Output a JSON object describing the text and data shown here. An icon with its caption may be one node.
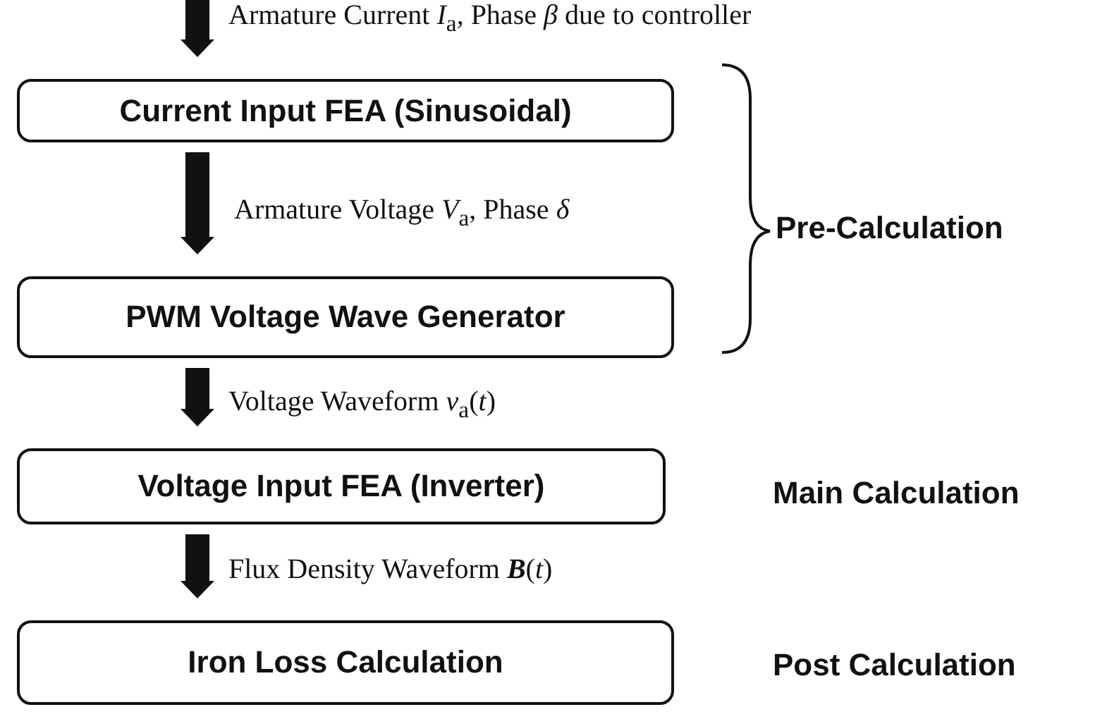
{
  "diagram": {
    "nodes": [
      {
        "text": [
          "Current Input FEA (Sinusoidal)"
        ]
      },
      {
        "text": [
          "PWM Voltage Wave Generator"
        ]
      },
      {
        "text": [
          "Voltage Input FEA (Inverter)"
        ],
        "beside": [
          "Main Calculation"
        ]
      },
      {
        "text": [
          "Iron Loss Calculation"
        ],
        "beside": [
          "Post Calculation"
        ]
      }
    ],
    "edges": [
      {
        "from": null,
        "to": 0,
        "arrow": "to",
        "label": "Armature Current *I*$_{a}$, Phase *β* due to controller"
      },
      {
        "from": 0,
        "to": 1,
        "arrow": "to",
        "label": "Armature Voltage *V*$_{a}$, Phase *δ*"
      },
      {
        "from": 1,
        "to": 2,
        "arrow": "to",
        "label": "Voltage Waveform *v*$_{a}$(*t*)"
      },
      {
        "from": 2,
        "to": 3,
        "arrow": "to",
        "label": "Flux Density Waveform **B**(*t*)"
      }
    ],
    "labels": [
      "Pre-Calculation"
    ]
  }
}
